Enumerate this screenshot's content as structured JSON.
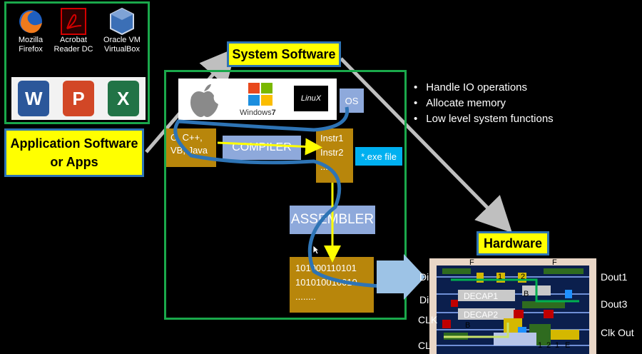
{
  "apps": {
    "icons": [
      {
        "name": "firefox-icon",
        "caption1": "Mozilla",
        "caption2": "Firefox"
      },
      {
        "name": "acrobat-icon",
        "caption1": "Acrobat",
        "caption2": "Reader DC"
      },
      {
        "name": "virtualbox-icon",
        "caption1": "Oracle VM",
        "caption2": "VirtualBox"
      }
    ],
    "office": [
      "W",
      "P",
      "X"
    ],
    "label_line1": "Application Software",
    "label_line2": "or Apps"
  },
  "system_software": {
    "title": "System Software",
    "windows_label": "Windows",
    "windows_version": "7",
    "linux_label": "LinuX",
    "os_label": "OS",
    "languages": "C, C++,\nVB, Java",
    "compiler_label": "COMPILER",
    "instr_lines": [
      "Instr1",
      "Instr2",
      "..."
    ],
    "exe_label": "*.exe file",
    "assembler_label": "ASSEMBLER",
    "binary_lines": [
      "101000110101",
      "101010010010",
      "........"
    ]
  },
  "bullets": [
    "Handle IO operations",
    "Allocate memory",
    "Low level system functions"
  ],
  "hardware": {
    "title": "Hardware",
    "left_pins": [
      "Di",
      "Di",
      "CLK",
      "CL"
    ],
    "right_pins": [
      "Dout1",
      "Dout3",
      "Clk Out"
    ],
    "cells": [
      "DECAP1",
      "DECAP2"
    ],
    "marks": [
      "F",
      "F",
      "1",
      "2",
      "B",
      "B",
      "1",
      "2",
      "1",
      "E"
    ]
  },
  "colors": {
    "green_border": "#1aa84b",
    "label_yellow": "#ffff00",
    "label_border": "#2e74b5",
    "gold": "#b8860b",
    "lavender": "#8ea9db",
    "arrow_blue": "#2e74b5",
    "arrow_gray": "#bfbfbf"
  }
}
